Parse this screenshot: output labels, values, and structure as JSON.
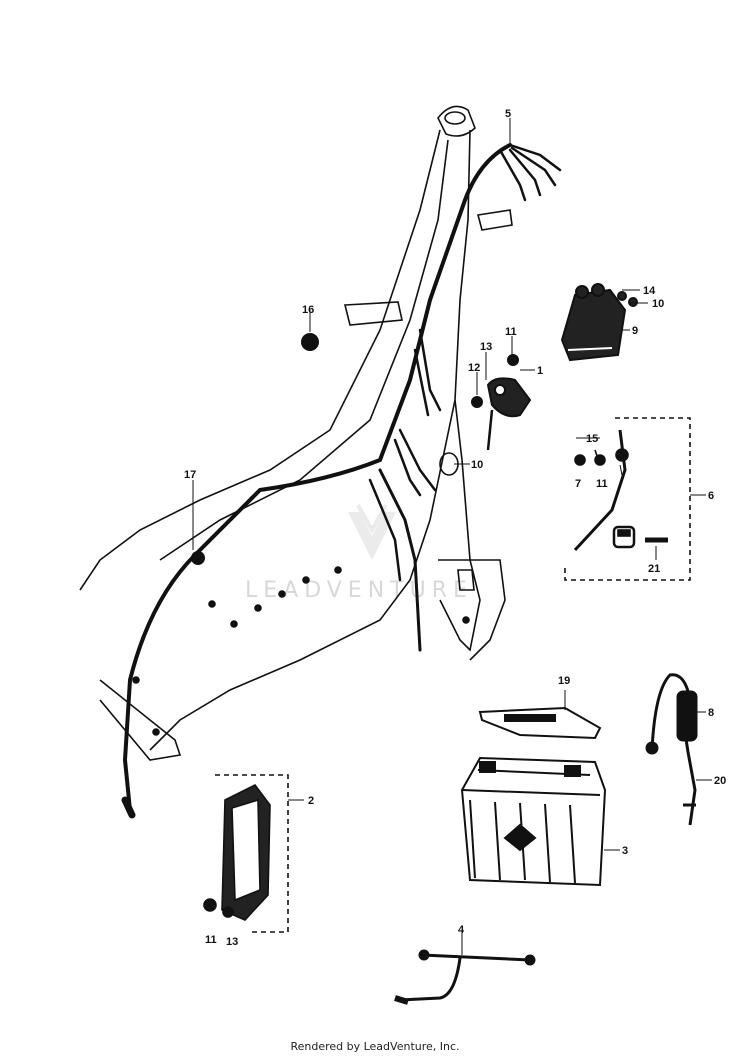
{
  "diagram": {
    "callouts": [
      {
        "id": "c5",
        "text": "5"
      },
      {
        "id": "c14",
        "text": "14"
      },
      {
        "id": "c10a",
        "text": "10"
      },
      {
        "id": "c9",
        "text": "9"
      },
      {
        "id": "c16",
        "text": "16"
      },
      {
        "id": "c11a",
        "text": "11"
      },
      {
        "id": "c13a",
        "text": "13"
      },
      {
        "id": "c1",
        "text": "1"
      },
      {
        "id": "c12",
        "text": "12"
      },
      {
        "id": "c15",
        "text": "15"
      },
      {
        "id": "c7",
        "text": "7"
      },
      {
        "id": "c11b",
        "text": "11"
      },
      {
        "id": "c10b",
        "text": "10"
      },
      {
        "id": "c6",
        "text": "6"
      },
      {
        "id": "c17",
        "text": "17"
      },
      {
        "id": "c21",
        "text": "21"
      },
      {
        "id": "c19",
        "text": "19"
      },
      {
        "id": "c8",
        "text": "8"
      },
      {
        "id": "c2",
        "text": "2"
      },
      {
        "id": "c20",
        "text": "20"
      },
      {
        "id": "c3",
        "text": "3"
      },
      {
        "id": "c4",
        "text": "4"
      },
      {
        "id": "c11c",
        "text": "11"
      },
      {
        "id": "c13b",
        "text": "13"
      }
    ],
    "watermark": "LEADVENTURE"
  },
  "footer": {
    "text": "Rendered by LeadVenture, Inc."
  },
  "colors": {
    "line": "#111111",
    "watermark": "#d8d8d8"
  }
}
